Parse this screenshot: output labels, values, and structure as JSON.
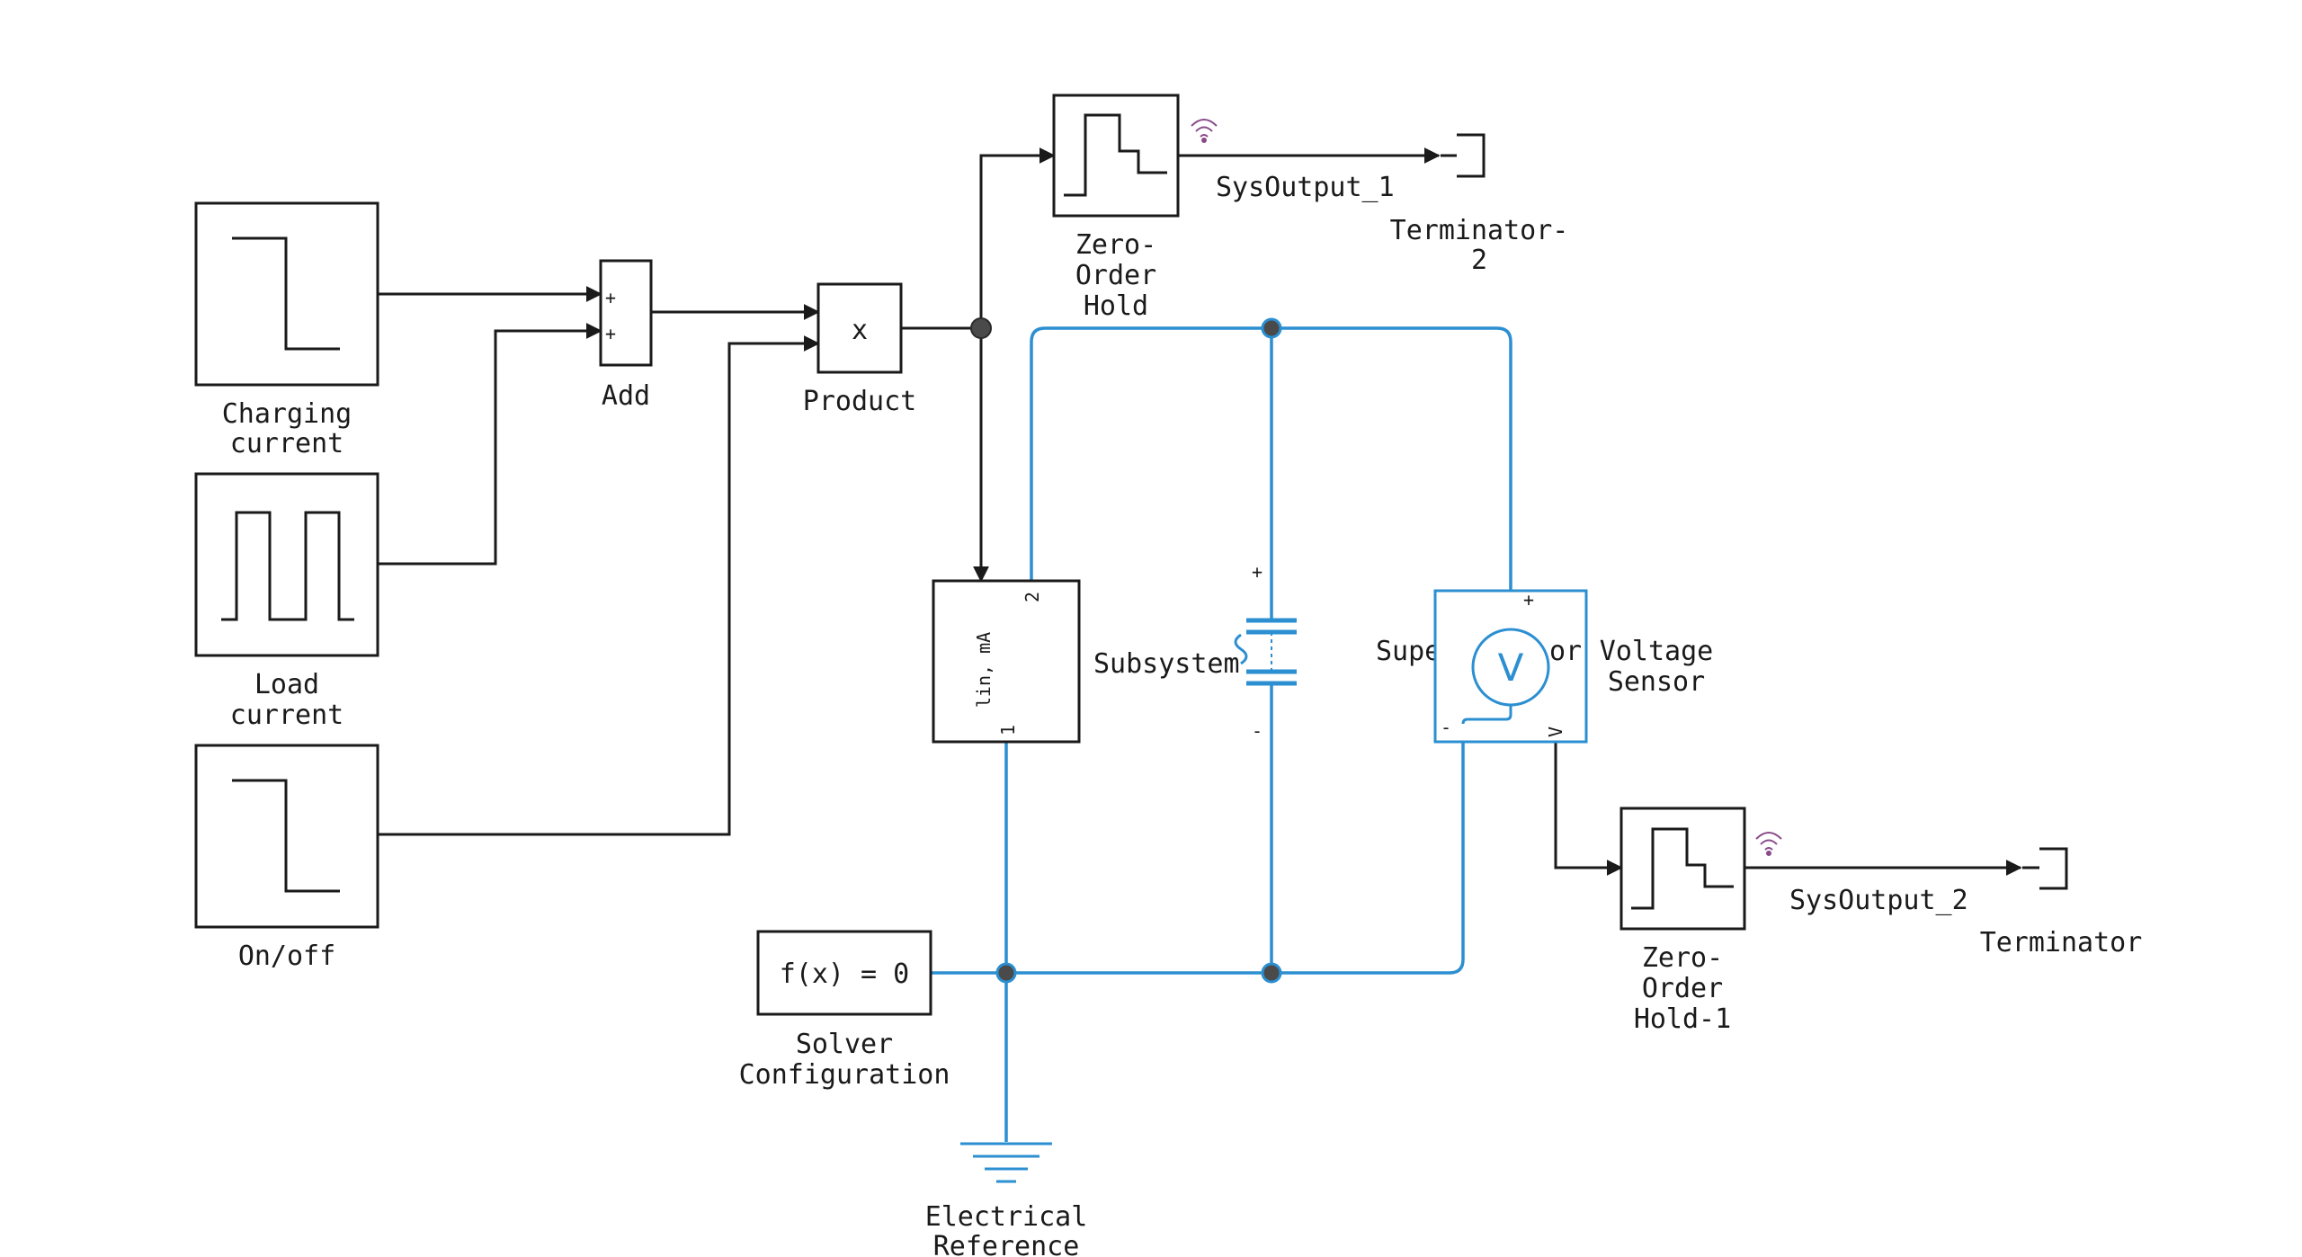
{
  "diagram": {
    "blocks": {
      "charging_current": {
        "label_line1": "Charging",
        "label_line2": "current"
      },
      "load_current": {
        "label_line1": "Load",
        "label_line2": "current"
      },
      "on_off": {
        "label": "On/off"
      },
      "add": {
        "label": "Add",
        "port1_sign": "+",
        "port2_sign": "+"
      },
      "product": {
        "label": "Product",
        "symbol": "x"
      },
      "zoh": {
        "label_line1": "Zero-",
        "label_line2": "Order",
        "label_line3": "Hold"
      },
      "zoh1": {
        "label_line1": "Zero-",
        "label_line2": "Order",
        "label_line3": "Hold-1"
      },
      "sysout1": {
        "label": "SysOutput_1"
      },
      "sysout2": {
        "label": "SysOutput_2"
      },
      "terminator2": {
        "label_line1": "Terminator-",
        "label_line2": "2"
      },
      "terminator": {
        "label": "Terminator"
      },
      "subsystem": {
        "label": "Subsystem",
        "inner_text": "lin, mA",
        "port_top": "2",
        "port_bottom": "1"
      },
      "supercapacitor": {
        "label_visible": "Supe",
        "label_tail": "or",
        "plus": "+",
        "minus": "-"
      },
      "voltage_sensor": {
        "label_line1": "Voltage",
        "label_line2": "Sensor",
        "symbol": "V",
        "plus": "+",
        "minus": "-",
        "out": "V"
      },
      "solver": {
        "symbol": "f(x) = 0",
        "label_line1": "Solver",
        "label_line2": "Configuration"
      },
      "electrical_reference": {
        "label_line1": "Electrical",
        "label_line2": "Reference"
      }
    },
    "colors": {
      "signal": "#1a1a1a",
      "physical": "#2b8fd1",
      "logging_icon": "#8a4a8a"
    }
  }
}
